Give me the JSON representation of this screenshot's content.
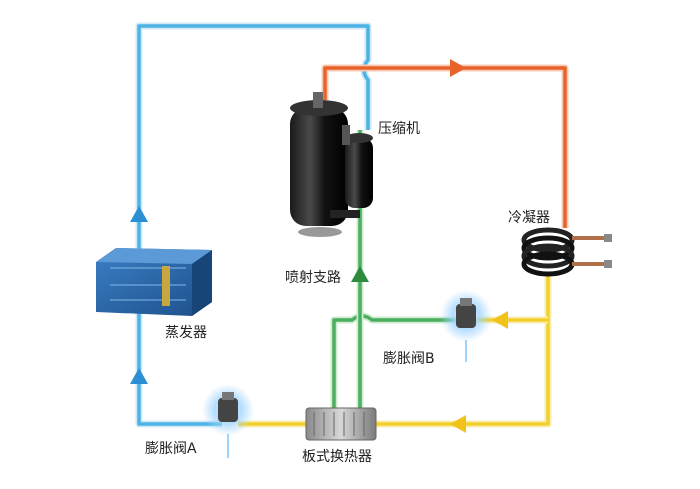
{
  "labels": {
    "compressor": "压缩机",
    "condenser": "冷凝器",
    "injection_branch": "喷射支路",
    "evaporator": "蒸发器",
    "expansion_valve_b": "膨胀阀B",
    "expansion_valve_a": "膨胀阀A",
    "plate_heat_exchanger": "板式换热器"
  },
  "colors": {
    "blue_line": "#4db3e6",
    "orange_line": "#e8622a",
    "yellow_line": "#f2d12e",
    "green_line": "#4caf60",
    "arrow_blue": "#2b8fd6",
    "arrow_orange": "#e8622a",
    "arrow_yellow": "#f2c21b",
    "arrow_green": "#2e8b3e"
  }
}
